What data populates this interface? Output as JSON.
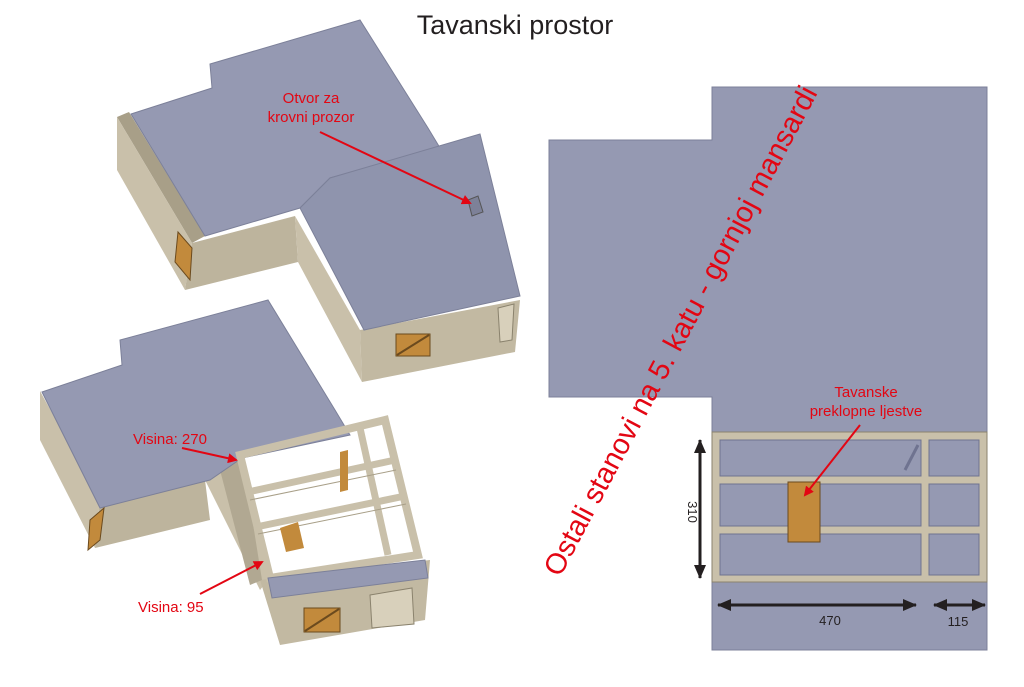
{
  "title": "Tavanski prostor",
  "labels": {
    "skylight_line1": "Otvor za",
    "skylight_line2": "krovni prozor",
    "height_270": "Visina: 270",
    "height_95": "Visina: 95",
    "ladder_line1": "Tavanske",
    "ladder_line2": "preklopne ljestve",
    "diagonal_note": "Ostali stanovi na 5. katu - gornjoj mansardi"
  },
  "dimensions": {
    "width_main": "470",
    "width_side": "115",
    "depth": "310"
  },
  "colors": {
    "roof": "#9599b2",
    "wall": "#c9c0aa",
    "wall_dark": "#a89f88",
    "annotation": "#e30613",
    "dimension": "#231f20"
  }
}
